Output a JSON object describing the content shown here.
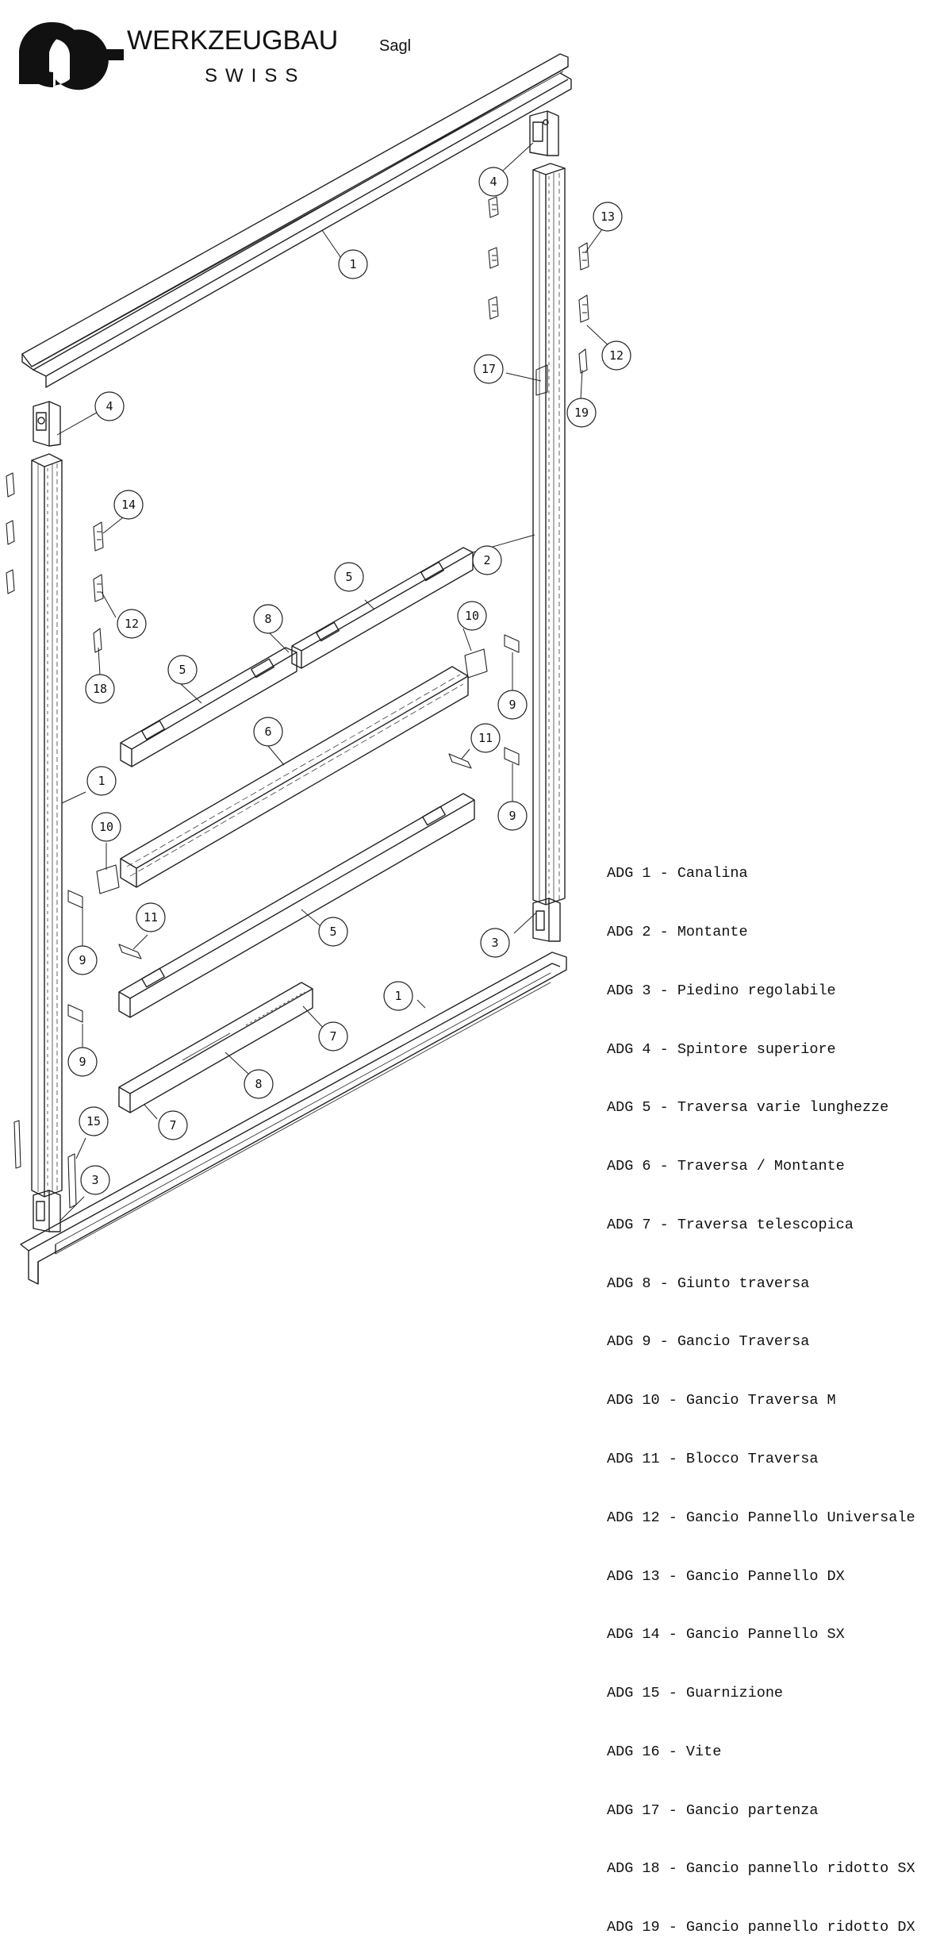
{
  "logo": {
    "name": "WERKZEUGBAU",
    "suffix": "Sagl",
    "country": "SWISS"
  },
  "callouts": [
    {
      "id": "c1a",
      "label": "1"
    },
    {
      "id": "c4a",
      "label": "4"
    },
    {
      "id": "c13",
      "label": "13"
    },
    {
      "id": "c12a",
      "label": "12"
    },
    {
      "id": "c17",
      "label": "17"
    },
    {
      "id": "c19",
      "label": "19"
    },
    {
      "id": "c4b",
      "label": "4"
    },
    {
      "id": "c14",
      "label": "14"
    },
    {
      "id": "c12b",
      "label": "12"
    },
    {
      "id": "c18",
      "label": "18"
    },
    {
      "id": "c2",
      "label": "2"
    },
    {
      "id": "c5a",
      "label": "5"
    },
    {
      "id": "c8a",
      "label": "8"
    },
    {
      "id": "c5b",
      "label": "5"
    },
    {
      "id": "c10a",
      "label": "10"
    },
    {
      "id": "c9a",
      "label": "9"
    },
    {
      "id": "c6",
      "label": "6"
    },
    {
      "id": "c11a",
      "label": "11"
    },
    {
      "id": "c1b",
      "label": "1"
    },
    {
      "id": "c9b",
      "label": "9"
    },
    {
      "id": "c10b",
      "label": "10"
    },
    {
      "id": "c11b",
      "label": "11"
    },
    {
      "id": "c5c",
      "label": "5"
    },
    {
      "id": "c9c",
      "label": "9"
    },
    {
      "id": "c3a",
      "label": "3"
    },
    {
      "id": "c1c",
      "label": "1"
    },
    {
      "id": "c7a",
      "label": "7"
    },
    {
      "id": "c9d",
      "label": "9"
    },
    {
      "id": "c8b",
      "label": "8"
    },
    {
      "id": "c15",
      "label": "15"
    },
    {
      "id": "c7b",
      "label": "7"
    },
    {
      "id": "c3b",
      "label": "3"
    }
  ],
  "legend": [
    "ADG 1 - Canalina",
    "ADG 2 - Montante",
    "ADG 3 - Piedino regolabile",
    "ADG 4 - Spintore superiore",
    "ADG 5 - Traversa varie lunghezze",
    "ADG 6 - Traversa / Montante",
    "ADG 7 - Traversa telescopica",
    "ADG 8 - Giunto traversa",
    "ADG 9 - Gancio Traversa",
    "ADG 10 - Gancio Traversa M",
    "ADG 11 - Blocco Traversa",
    "ADG 12 - Gancio Pannello Universale",
    "ADG 13 - Gancio Pannello DX",
    "ADG 14 - Gancio Pannello SX",
    "ADG 15 - Guarnizione",
    "ADG 16 - Vite",
    "ADG 17 - Gancio partenza",
    "ADG 18 - Gancio pannello ridotto SX",
    "ADG 19 - Gancio pannello ridotto DX"
  ]
}
